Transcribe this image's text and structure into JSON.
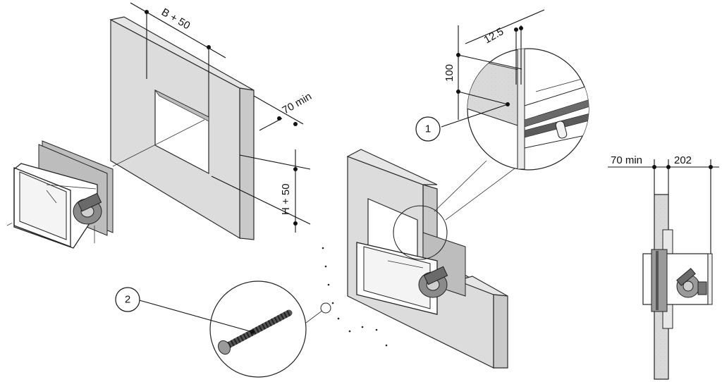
{
  "dimensions": {
    "b_plus_50": "B + 50",
    "seventy_min_top": "70 min",
    "h_plus_50": "H + 50",
    "hundred": "100",
    "twelve_five": "12.5",
    "seventy_min_side": "70 min",
    "two_oh_two": "202"
  },
  "callouts": {
    "one": "1",
    "two": "2"
  },
  "colors": {
    "wall": "#dcdcdc",
    "line": "#111111"
  }
}
